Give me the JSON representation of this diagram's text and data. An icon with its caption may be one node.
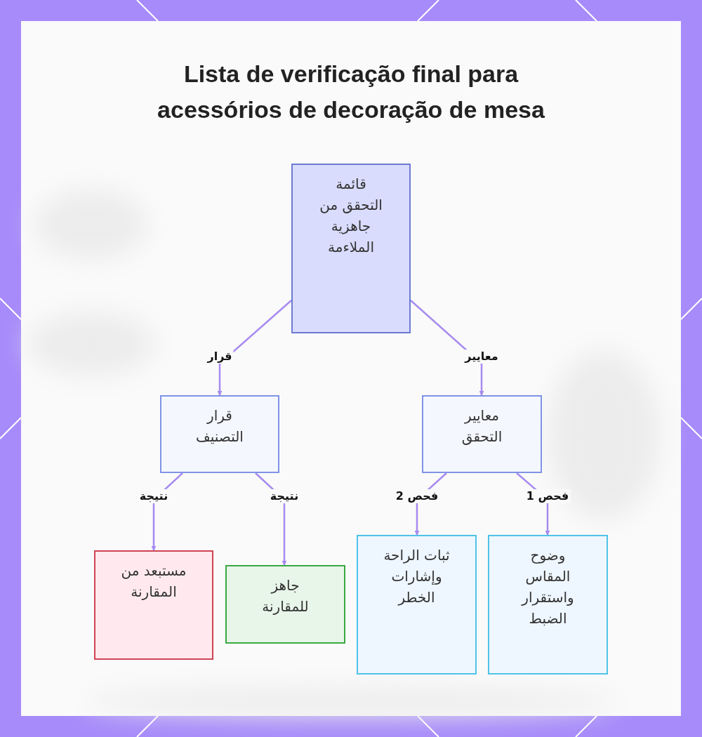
{
  "diagram": {
    "title": "Lista de verificação final para acessórios de decoração de mesa",
    "nodes": [
      {
        "text": [
          "قائمة التحقق من جاهزية الملاءمة"
        ]
      },
      {
        "text": [
          "قرار التصنيف"
        ]
      },
      {
        "text": [
          "معايير التحقق"
        ]
      },
      {
        "text": [
          "مستبعد من المقارنة"
        ]
      },
      {
        "text": [
          "جاهز للمقارنة"
        ]
      },
      {
        "text": [
          "ثبات الراحة وإشارات الخطر"
        ]
      },
      {
        "text": [
          "وضوح المقاس واستقرار الضبط"
        ]
      }
    ],
    "edges": [
      {
        "from": 0,
        "to": 1,
        "arrow": "to",
        "label": "قرار"
      },
      {
        "from": 0,
        "to": 2,
        "arrow": "to",
        "label": "معايير"
      },
      {
        "from": 1,
        "to": 3,
        "arrow": "to",
        "label": "نتيجة"
      },
      {
        "from": 1,
        "to": 4,
        "arrow": "to",
        "label": "نتيجة"
      },
      {
        "from": 2,
        "to": 5,
        "arrow": "to",
        "label": "فحص 2"
      },
      {
        "from": 2,
        "to": 6,
        "arrow": "to",
        "label": "فحص 1"
      }
    ]
  }
}
